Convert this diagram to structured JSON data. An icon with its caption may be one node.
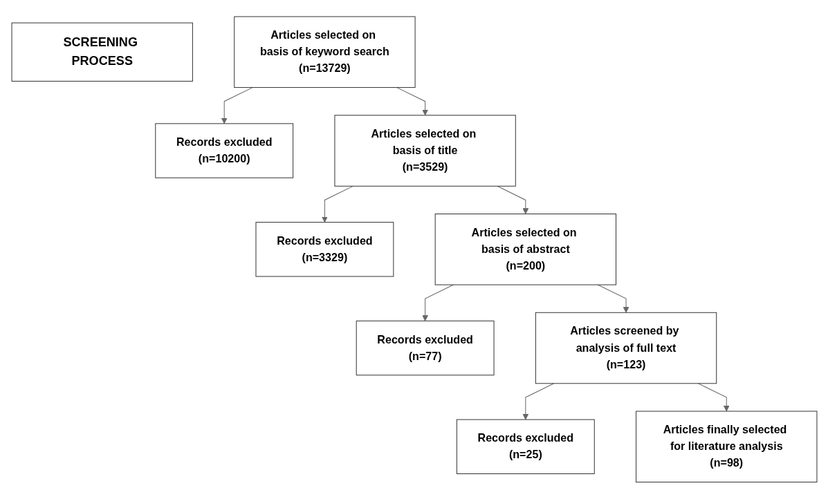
{
  "diagram": {
    "nodes": [
      {
        "text": [
          "SCREENING PROCESS"
        ]
      },
      {
        "text": [
          "Articles selected on basis of keyword search",
          "(n=13729)"
        ]
      },
      {
        "text": [
          "Records excluded",
          "(n=10200)"
        ]
      },
      {
        "text": [
          "Articles selected on basis of title",
          "(n=3529)"
        ]
      },
      {
        "text": [
          "Records excluded",
          "(n=3329)"
        ]
      },
      {
        "text": [
          "Articles selected on basis of abstract",
          "(n=200)"
        ]
      },
      {
        "text": [
          "Records excluded",
          "(n=77)"
        ]
      },
      {
        "text": [
          "Articles screened by analysis of full text",
          "(n=123)"
        ]
      },
      {
        "text": [
          "Records excluded",
          "(n=25)"
        ]
      },
      {
        "text": [
          "Articles finally selected for literature analysis",
          "(n=98)"
        ]
      }
    ],
    "edges": [
      {
        "from": 1,
        "to": 2,
        "arrow": "to"
      },
      {
        "from": 1,
        "to": 3,
        "arrow": "to"
      },
      {
        "from": 3,
        "to": 4,
        "arrow": "to"
      },
      {
        "from": 3,
        "to": 5,
        "arrow": "to"
      },
      {
        "from": 5,
        "to": 6,
        "arrow": "to"
      },
      {
        "from": 5,
        "to": 7,
        "arrow": "to"
      },
      {
        "from": 7,
        "to": 8,
        "arrow": "to"
      },
      {
        "from": 7,
        "to": 9,
        "arrow": "to"
      }
    ]
  }
}
